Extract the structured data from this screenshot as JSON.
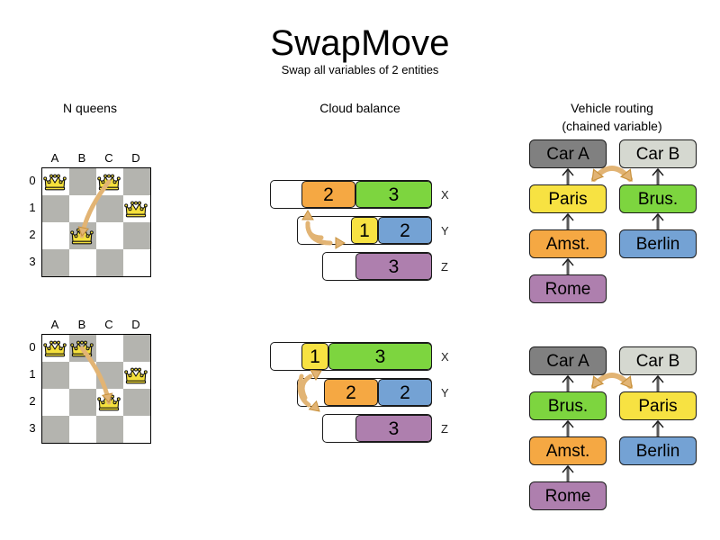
{
  "header": {
    "title": "SwapMove",
    "subtitle": "Swap all variables of 2 entities"
  },
  "sections": {
    "nqueens": {
      "heading": "N queens"
    },
    "cloud": {
      "heading": "Cloud balance"
    },
    "vrp": {
      "heading_line1": "Vehicle routing",
      "heading_line2": "(chained variable)"
    }
  },
  "colors": {
    "orange": "#f5a843",
    "green": "#7dd53f",
    "yellow": "#f7e242",
    "blue": "#74a2d4",
    "purple": "#ae7fae",
    "gray_dark": "#808080",
    "gray_light": "#d5d8d0",
    "board_dark": "#b4b4af",
    "board_light": "#ffffff",
    "arrow": "#e2b474",
    "arrow_stroke": "#c8913c",
    "queen_gold": "#f5e03c",
    "chain_line": "#595959"
  },
  "nqueens": {
    "col_labels": [
      "A",
      "B",
      "C",
      "D"
    ],
    "row_labels": [
      "0",
      "1",
      "2",
      "3"
    ],
    "before": {
      "queens": [
        {
          "col": 0,
          "row": 0
        },
        {
          "col": 2,
          "row": 0
        },
        {
          "col": 3,
          "row": 1
        },
        {
          "col": 1,
          "row": 2
        }
      ],
      "move_arrow": {
        "from_col": 2,
        "from_row": 0,
        "to_col": 1,
        "to_row": 2
      }
    },
    "after": {
      "queens": [
        {
          "col": 0,
          "row": 0
        },
        {
          "col": 1,
          "row": 0
        },
        {
          "col": 3,
          "row": 1
        },
        {
          "col": 2,
          "row": 2
        }
      ],
      "move_arrow": {
        "from_col": 1,
        "from_row": 0,
        "to_col": 2,
        "to_row": 2
      }
    }
  },
  "cloud_balance": {
    "before": {
      "computers": [
        {
          "label": "X",
          "processes": [
            {
              "value": "2",
              "color": "#f5a843",
              "width": 60
            },
            {
              "value": "3",
              "color": "#7dd53f",
              "width": 85
            }
          ],
          "free_width": 35
        },
        {
          "label": "Y",
          "processes": [
            {
              "value": "1",
              "color": "#f7e242",
              "width": 30
            },
            {
              "value": "2",
              "color": "#74a2d4",
              "width": 60
            }
          ],
          "free_width": 60
        },
        {
          "label": "Z",
          "processes": [
            {
              "value": "3",
              "color": "#ae7fae",
              "width": 85
            }
          ],
          "free_width": 37
        }
      ]
    },
    "after": {
      "computers": [
        {
          "label": "X",
          "processes": [
            {
              "value": "1",
              "color": "#f7e242",
              "width": 30
            },
            {
              "value": "3",
              "color": "#7dd53f",
              "width": 115
            }
          ],
          "free_width": 35
        },
        {
          "label": "Y",
          "processes": [
            {
              "value": "2",
              "color": "#f5a843",
              "width": 60
            },
            {
              "value": "2",
              "color": "#74a2d4",
              "width": 60
            }
          ],
          "free_width": 30
        },
        {
          "label": "Z",
          "processes": [
            {
              "value": "3",
              "color": "#ae7fae",
              "width": 85
            }
          ],
          "free_width": 37
        }
      ]
    }
  },
  "vehicle_routing": {
    "before": {
      "chains": [
        {
          "vehicle": {
            "label": "Car A",
            "color": "#808080"
          },
          "visits": [
            {
              "label": "Paris",
              "color": "#f7e242"
            },
            {
              "label": "Amst.",
              "color": "#f5a843"
            },
            {
              "label": "Rome",
              "color": "#ae7fae"
            }
          ]
        },
        {
          "vehicle": {
            "label": "Car B",
            "color": "#d5d8d0"
          },
          "visits": [
            {
              "label": "Brus.",
              "color": "#7dd53f"
            },
            {
              "label": "Berlin",
              "color": "#74a2d4"
            }
          ]
        }
      ],
      "swap_arrow": {
        "left_label": "Paris",
        "right_label": "Brus."
      }
    },
    "after": {
      "chains": [
        {
          "vehicle": {
            "label": "Car A",
            "color": "#808080"
          },
          "visits": [
            {
              "label": "Brus.",
              "color": "#7dd53f"
            },
            {
              "label": "Amst.",
              "color": "#f5a843"
            },
            {
              "label": "Rome",
              "color": "#ae7fae"
            }
          ]
        },
        {
          "vehicle": {
            "label": "Car B",
            "color": "#d5d8d0"
          },
          "visits": [
            {
              "label": "Paris",
              "color": "#f7e242"
            },
            {
              "label": "Berlin",
              "color": "#74a2d4"
            }
          ]
        }
      ],
      "swap_arrow": {
        "left_label": "Brus.",
        "right_label": "Paris"
      }
    }
  }
}
